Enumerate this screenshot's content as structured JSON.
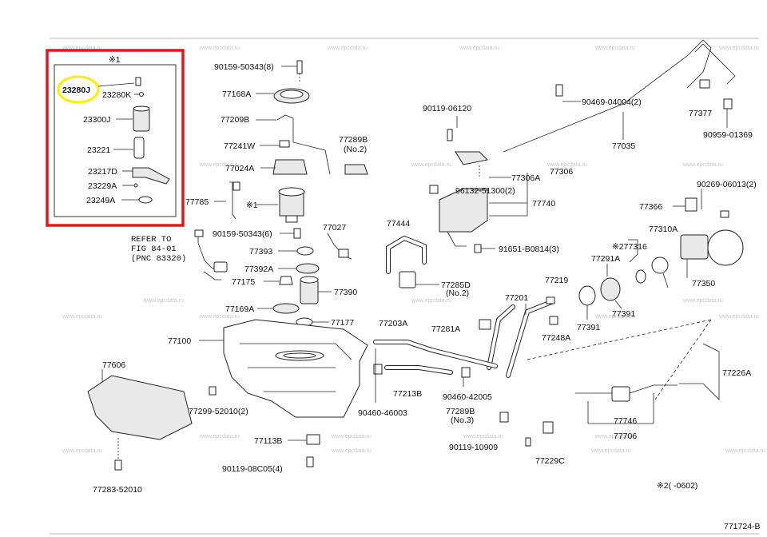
{
  "diagram": {
    "note_mark": "※1",
    "refer_lines": [
      "REFER TO",
      "FIG 84-01",
      "(PNC 83320)"
    ],
    "footnote": "※2(     -0602)",
    "figure_id": "771724-B",
    "watermark": "www.epcdata.ru",
    "highlight_box_color": "#e3161b",
    "highlight_circle_color": "#ffee00",
    "highlighted_part": "23280J",
    "inset_labels": [
      "23280J",
      "23280K",
      "23300J",
      "23221",
      "23217D",
      "23229A",
      "23249A"
    ],
    "part_labels": {
      "p90159_50343_8": "90159-50343(8)",
      "p77168A": "77168A",
      "p77209B": "77209B",
      "p77241W": "77241W",
      "p77024A": "77024A",
      "p77785": "77785",
      "p_note1": "※1",
      "p90159_50343_6": "90159-50343(6)",
      "p77393": "77393",
      "p77392A": "77392A",
      "p77175": "77175",
      "p77169A": "77169A",
      "p77100": "77100",
      "p77027": "77027",
      "p77390": "77390",
      "p77177": "77177",
      "p77289B_top": "77289B",
      "p77289B_top_no": "(No.2)",
      "p90119_06120": "90119-06120",
      "p96132_51300": "96132-51300(2)",
      "p77306A": "77306A",
      "p77306": "77306",
      "p77740": "77740",
      "p77444": "77444",
      "p77285D": "77285D",
      "p77285D_no": "(No.2)",
      "p91651_B0814": "91651-B0814(3)",
      "p90469_04004": "90469-04004(2)",
      "p77035": "77035",
      "p77377": "77377",
      "p90959_01369": "90959-01369",
      "p90269_06013": "90269-06013(2)",
      "p77366": "77366",
      "p77310A": "77310A",
      "p77316": "※277316",
      "p77291A": "77291A",
      "p77350": "77350",
      "p77219": "77219",
      "p77201": "77201",
      "p77391_a": "77391",
      "p77391_b": "77391",
      "p77248A": "77248A",
      "p77203A": "77203A",
      "p77281A": "77281A",
      "p77213B": "77213B",
      "p90460_42005": "90460-42005",
      "p90460_46003": "90460-46003",
      "p77289B_bot": "77289B",
      "p77289B_bot_no": "(No.3)",
      "p90119_10909": "90119-10909",
      "p77229C": "77229C",
      "p77226A": "77226A",
      "p77746": "77746",
      "p77706": "77706",
      "p77606": "77606",
      "p77299_52010": "77299-52010(2)",
      "p77113B": "77113B",
      "p90119_08C05": "90119-08C05(4)",
      "p77283_52010": "77283-52010"
    }
  }
}
